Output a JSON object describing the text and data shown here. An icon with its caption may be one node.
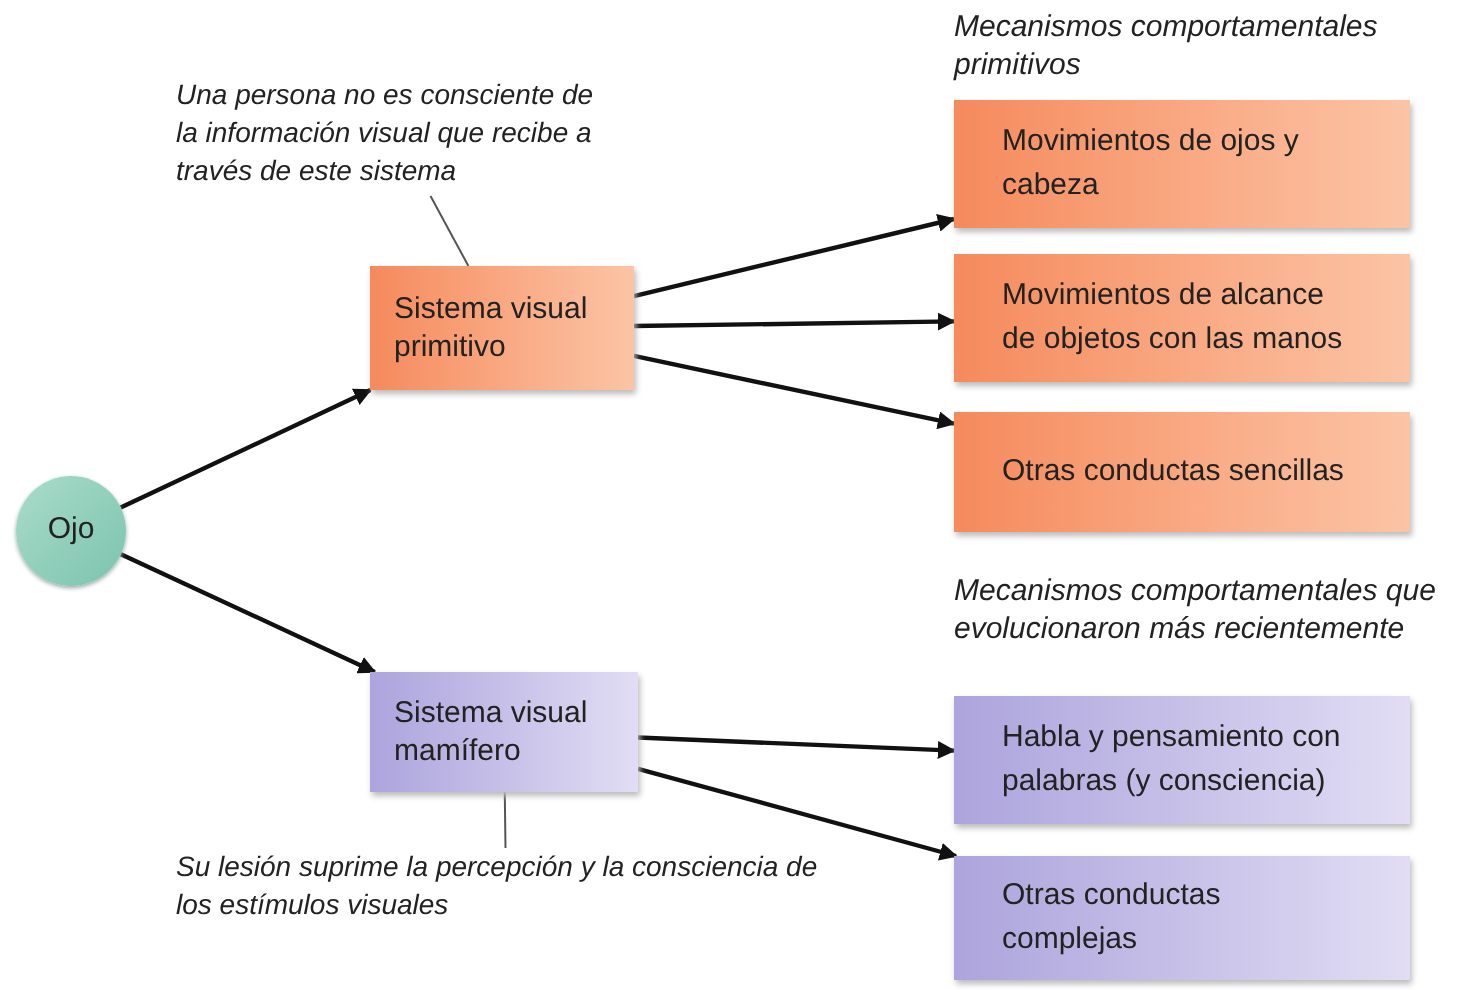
{
  "diagram": {
    "nodes": [
      {
        "text": [
          "Ojo"
        ]
      },
      {
        "text": [
          "Sistema visual primitivo"
        ]
      },
      {
        "text": [
          "Movimientos de ojos y cabeza"
        ]
      },
      {
        "text": [
          "Movimientos de alcance de objetos con las manos"
        ]
      },
      {
        "text": [
          "Otras conductas sencillas"
        ]
      },
      {
        "text": [
          "Sistema visual mamífero"
        ]
      },
      {
        "text": [
          "Habla y pensamiento con palabras (y consciencia)"
        ]
      },
      {
        "text": [
          "Otras conductas complejas"
        ]
      },
      {
        "text": [
          "Una persona no es consciente de la información visual que recibe a través de este sistema"
        ]
      },
      {
        "text": [
          "Su lesión suprime la percepción y la consciencia de los estímulos visuales"
        ]
      }
    ],
    "edges": [
      {
        "from": 0,
        "to": 1,
        "arrow": "to"
      },
      {
        "from": 0,
        "to": 5,
        "arrow": "to"
      },
      {
        "from": 1,
        "to": 2,
        "arrow": "to"
      },
      {
        "from": 1,
        "to": 3,
        "arrow": "to"
      },
      {
        "from": 1,
        "to": 4,
        "arrow": "to"
      },
      {
        "from": 5,
        "to": 6,
        "arrow": "to"
      },
      {
        "from": 5,
        "to": 7,
        "arrow": "to"
      },
      {
        "from": 8,
        "to": 1,
        "arrow": "none"
      },
      {
        "from": 9,
        "to": 5,
        "arrow": "none"
      }
    ],
    "labels": [
      "Mecanismos comportamentales primitivos",
      "Mecanismos comportamentales que evolucionaron más recientemente"
    ]
  }
}
